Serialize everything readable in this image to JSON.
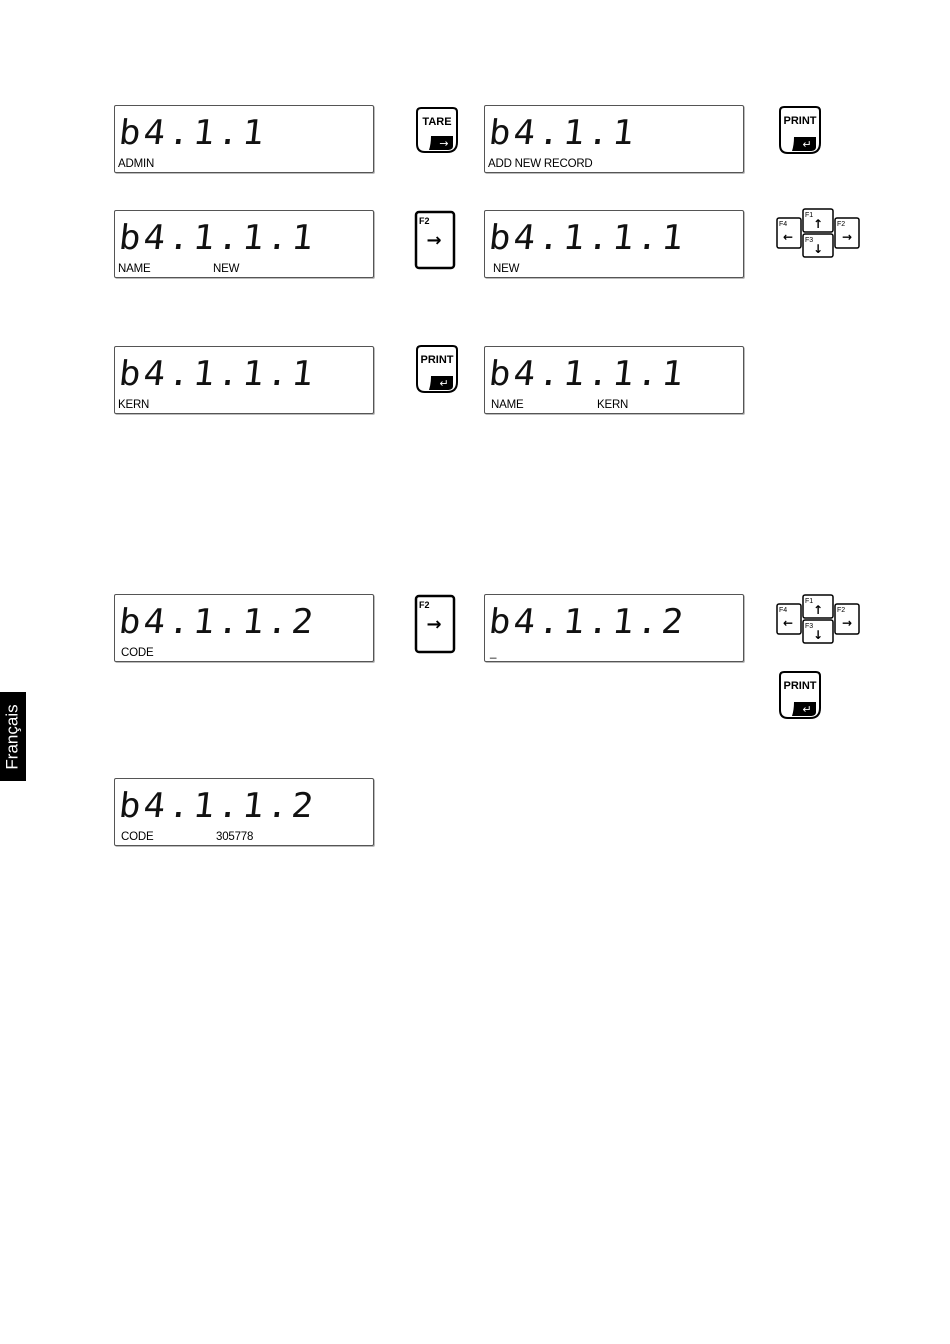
{
  "displays": [
    {
      "segment": "b4.1.1",
      "label": "ADMIN",
      "value": ""
    },
    {
      "segment": "b4.1.1",
      "label": "ADD NEW RECORD",
      "value": ""
    },
    {
      "segment": "b4.1.1.1",
      "label": "NAME",
      "value": "NEW"
    },
    {
      "segment": "b4.1.1.1",
      "label": "NEW",
      "value": ""
    },
    {
      "segment": "b4.1.1.1",
      "label": "KERN",
      "value": ""
    },
    {
      "segment": "b4.1.1.1",
      "label": "NAME",
      "value": "KERN"
    },
    {
      "segment": "b4.1.1.2",
      "label": "CODE",
      "value": ""
    },
    {
      "segment": "b4.1.1.2",
      "label": "_",
      "value": ""
    },
    {
      "segment": "b4.1.1.2",
      "label": "CODE",
      "value": "305778"
    }
  ],
  "keys": {
    "tare": "TARE",
    "print": "PRINT",
    "f1": "F1",
    "f2": "F2",
    "f3": "F3",
    "f4": "F4",
    "arrow_right": "→",
    "arrow_left": "←",
    "arrow_up": "↑",
    "arrow_down": "↓",
    "enter": "↵"
  },
  "side_tab": "Français"
}
